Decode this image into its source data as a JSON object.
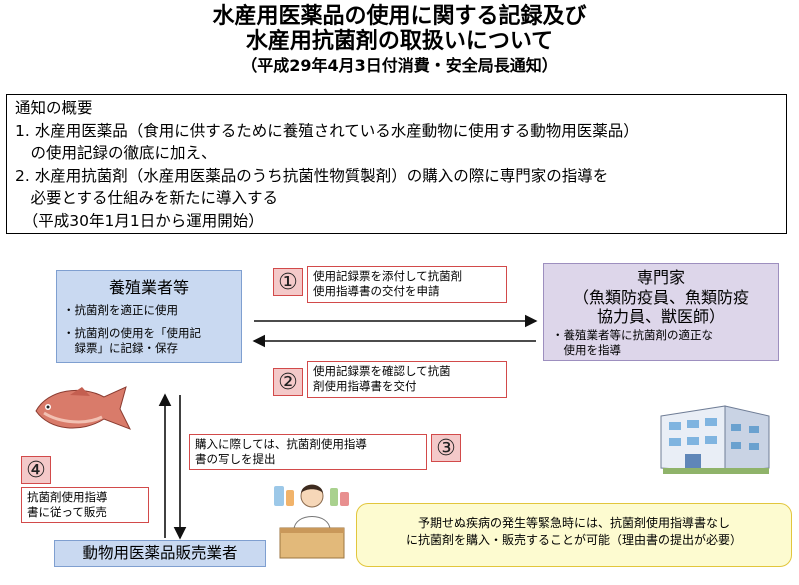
{
  "title": {
    "line1": "水産用医薬品の使用に関する記録及び",
    "line2": "水産用抗菌剤の取扱いについて",
    "line3": "（平成29年4月3日付消費・安全局長通知）"
  },
  "summary": {
    "heading": "通知の概要",
    "lines": [
      "1. 水産用医薬品（食用に供するために養殖されている水産動物に使用する動物用医薬品）",
      "　の使用記録の徹底に加え、",
      "2. 水産用抗菌剤（水産用医薬品のうち抗菌性物質製剤）の購入の際に専門家の指導を",
      "　必要とする仕組みを新たに導入する",
      "　（平成30年1月1日から運用開始）"
    ]
  },
  "farmer": {
    "title": "養殖業者等",
    "items": [
      "・抗菌剤を適正に使用",
      "・抗菌剤の使用を「使用記",
      "　録票」に記録・保存"
    ]
  },
  "expert": {
    "title": "専門家",
    "sub1": "（魚類防疫員、魚類防疫",
    "sub2": "協力員、獣医師）",
    "items": [
      "・養殖業者等に抗菌剤の適正な",
      "　使用を指導"
    ]
  },
  "steps": [
    {
      "num": "①",
      "text1": "使用記録票を添付して抗菌剤",
      "text2": "使用指導書の交付を申請"
    },
    {
      "num": "②",
      "text1": "使用記録票を確認して抗菌",
      "text2": "剤使用指導書を交付"
    },
    {
      "num": "③",
      "text1": "購入に際しては、抗菌剤使用指導",
      "text2": "書の写しを提出"
    },
    {
      "num": "④",
      "text1": "抗菌剤使用指導",
      "text2": "書に従って販売"
    }
  ],
  "seller": {
    "title": "動物用医薬品販売業者"
  },
  "note": {
    "line1": "予期せぬ疾病の発生等緊急時には、抗菌剤使用指導書なし",
    "line2": "に抗菌剤を購入・販売することが可能（理由書の提出が必要）"
  },
  "colors": {
    "blue_box": "#c9d9f1",
    "purple_box": "#ddd6ea",
    "red_box": "#f4c9c9",
    "red_border": "#d24a4a",
    "yellow_box": "#fdfbd0"
  },
  "icons": [
    "fish-illustration",
    "hospital-building-illustration",
    "pharmacist-illustration"
  ]
}
